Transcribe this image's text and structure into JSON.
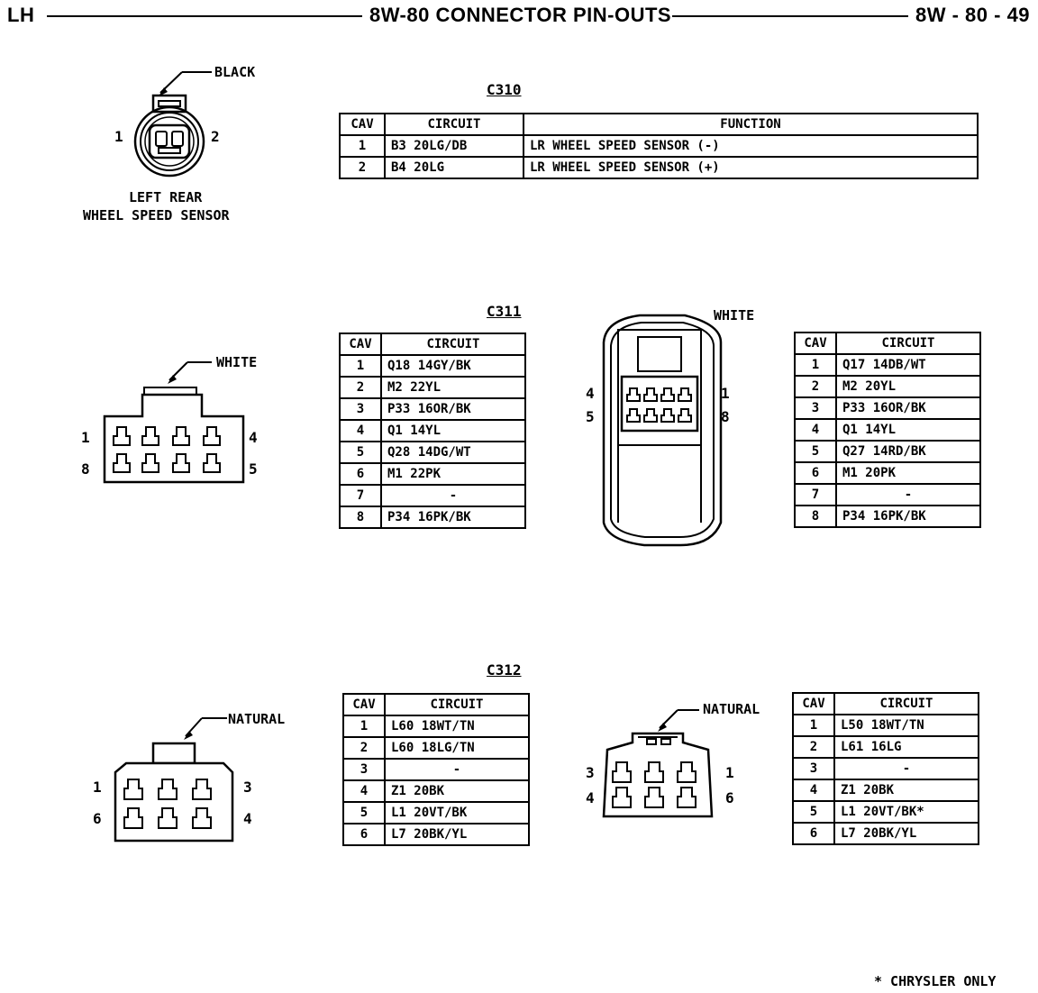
{
  "header": {
    "side": "LH",
    "title": "8W-80 CONNECTOR PIN-OUTS",
    "page": "8W - 80 - 49"
  },
  "table_headers": {
    "cav": "CAV",
    "circuit": "CIRCUIT",
    "function": "FUNCTION"
  },
  "c310": {
    "title": "C310",
    "connector_color": "BLACK",
    "connector_name_line1": "LEFT REAR",
    "connector_name_line2": "WHEEL SPEED SENSOR",
    "pin_labels": [
      "1",
      "2"
    ],
    "rows": [
      {
        "cav": "1",
        "circuit": "B3 20LG/DB",
        "function": "LR WHEEL SPEED SENSOR (-)"
      },
      {
        "cav": "2",
        "circuit": "B4 20LG",
        "function": "LR WHEEL SPEED SENSOR (+)"
      }
    ]
  },
  "c311": {
    "title": "C311",
    "left": {
      "connector_color": "WHITE",
      "pin_labels": {
        "tl": "1",
        "tr": "4",
        "bl": "8",
        "br": "5"
      },
      "rows": [
        {
          "cav": "1",
          "circuit": "Q18 14GY/BK"
        },
        {
          "cav": "2",
          "circuit": "M2 22YL"
        },
        {
          "cav": "3",
          "circuit": "P33 16OR/BK"
        },
        {
          "cav": "4",
          "circuit": "Q1 14YL"
        },
        {
          "cav": "5",
          "circuit": "Q28 14DG/WT"
        },
        {
          "cav": "6",
          "circuit": "M1 22PK"
        },
        {
          "cav": "7",
          "circuit": "-"
        },
        {
          "cav": "8",
          "circuit": "P34 16PK/BK"
        }
      ]
    },
    "right": {
      "connector_color": "WHITE",
      "pin_labels": {
        "tl": "4",
        "tr": "1",
        "bl": "5",
        "br": "8"
      },
      "rows": [
        {
          "cav": "1",
          "circuit": "Q17 14DB/WT"
        },
        {
          "cav": "2",
          "circuit": "M2 20YL"
        },
        {
          "cav": "3",
          "circuit": "P33 16OR/BK"
        },
        {
          "cav": "4",
          "circuit": "Q1 14YL"
        },
        {
          "cav": "5",
          "circuit": "Q27 14RD/BK"
        },
        {
          "cav": "6",
          "circuit": "M1 20PK"
        },
        {
          "cav": "7",
          "circuit": "-"
        },
        {
          "cav": "8",
          "circuit": "P34 16PK/BK"
        }
      ]
    }
  },
  "c312": {
    "title": "C312",
    "left": {
      "connector_color": "NATURAL",
      "pin_labels": {
        "tl": "1",
        "tr": "3",
        "bl": "6",
        "br": "4"
      },
      "rows": [
        {
          "cav": "1",
          "circuit": "L60 18WT/TN"
        },
        {
          "cav": "2",
          "circuit": "L60 18LG/TN"
        },
        {
          "cav": "3",
          "circuit": "-"
        },
        {
          "cav": "4",
          "circuit": "Z1 20BK"
        },
        {
          "cav": "5",
          "circuit": "L1 20VT/BK"
        },
        {
          "cav": "6",
          "circuit": "L7 20BK/YL"
        }
      ]
    },
    "right": {
      "connector_color": "NATURAL",
      "pin_labels": {
        "tl": "3",
        "tr": "1",
        "bl": "4",
        "br": "6"
      },
      "rows": [
        {
          "cav": "1",
          "circuit": "L50 18WT/TN"
        },
        {
          "cav": "2",
          "circuit": "L61 16LG"
        },
        {
          "cav": "3",
          "circuit": "-"
        },
        {
          "cav": "4",
          "circuit": "Z1 20BK"
        },
        {
          "cav": "5",
          "circuit": "L1 20VT/BK*"
        },
        {
          "cav": "6",
          "circuit": "L7 20BK/YL"
        }
      ]
    }
  },
  "footnote": "* CHRYSLER ONLY"
}
